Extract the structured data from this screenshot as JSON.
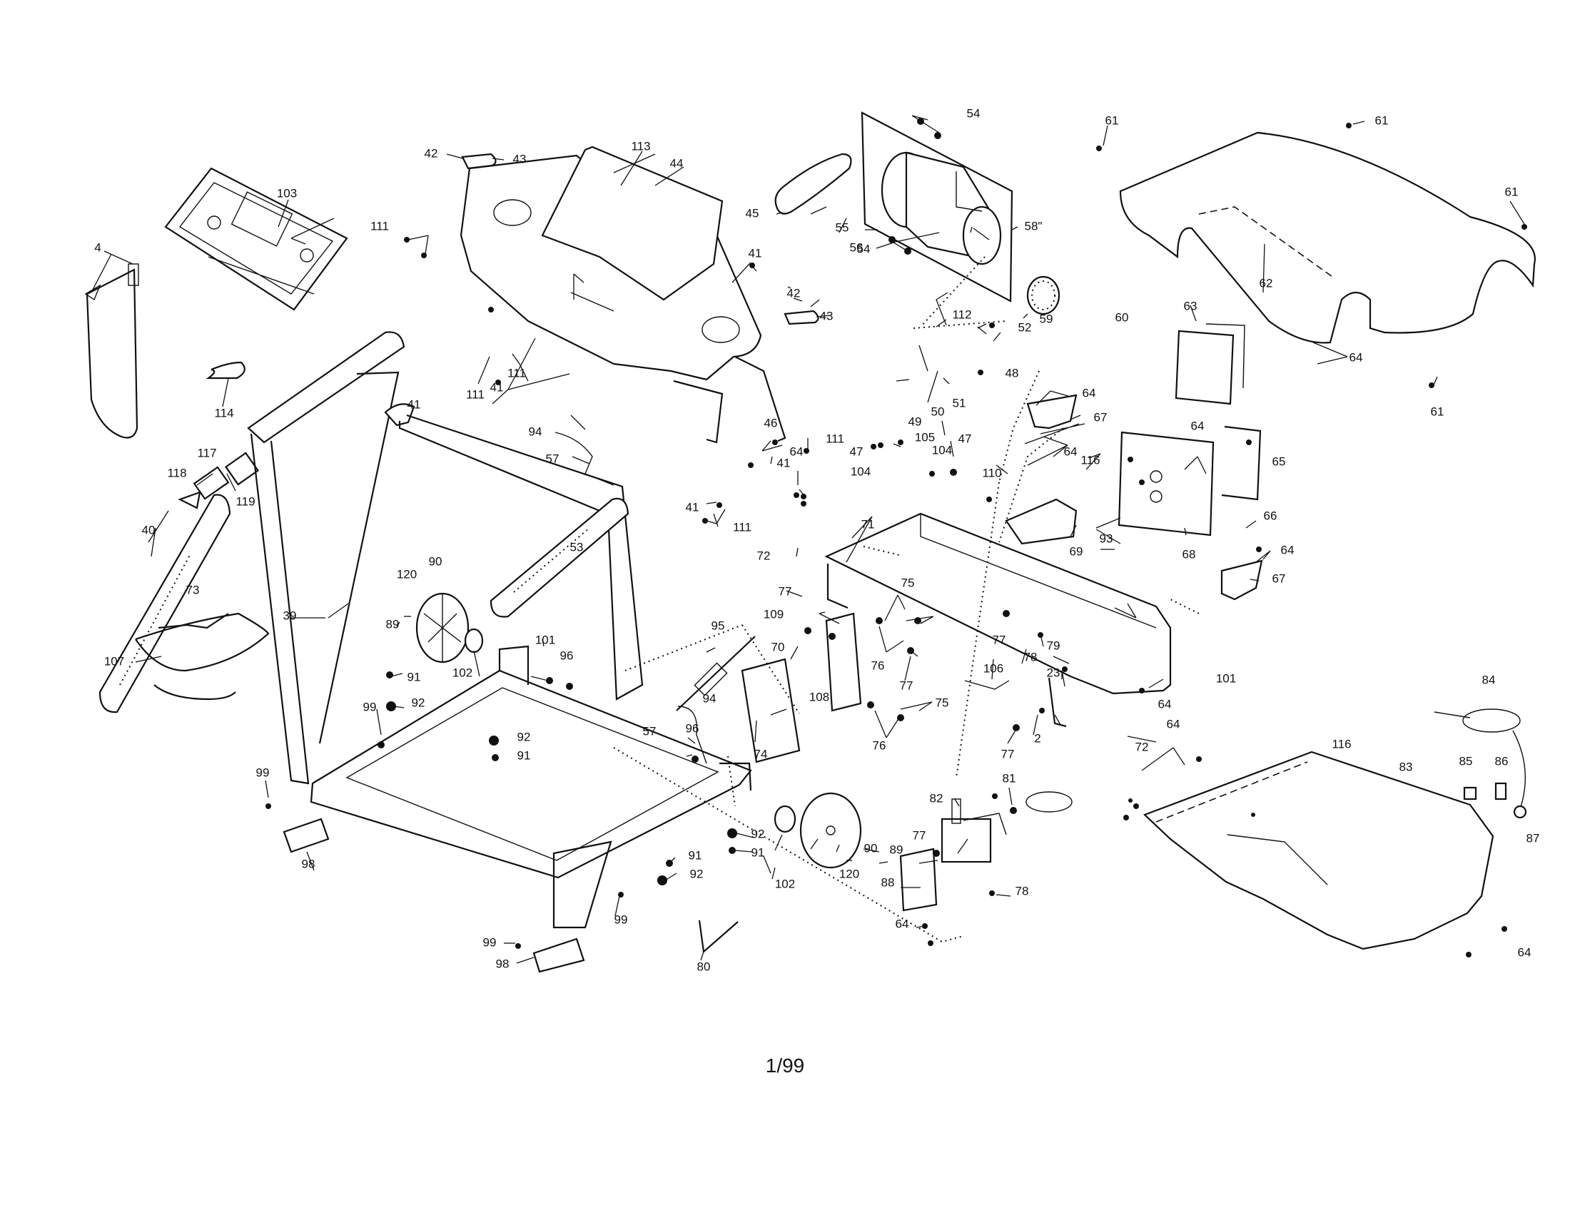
{
  "page_number": "1/99",
  "callouts": {
    "c4": "4",
    "c39": "39",
    "c40": "40",
    "c41a": "41",
    "c41b": "41",
    "c41c": "41",
    "c41d": "41",
    "c41e": "41",
    "c42a": "42",
    "c42b": "42",
    "c43a": "43",
    "c43b": "43",
    "c44": "44",
    "c45": "45",
    "c46": "46",
    "c47a": "47",
    "c47b": "47",
    "c48": "48",
    "c49": "49",
    "c50": "50",
    "c51": "51",
    "c52": "52",
    "c53": "53",
    "c54a": "54",
    "c54b": "54",
    "c55": "55",
    "c56": "56",
    "c57a": "57",
    "c57b": "57",
    "c58": "58\"",
    "c59": "59",
    "c60": "60",
    "c61a": "61",
    "c61b": "61",
    "c61c": "61",
    "c61d": "61",
    "c62": "62",
    "c63": "63",
    "c64a": "64",
    "c64b": "64",
    "c64c": "64",
    "c64d": "64",
    "c64e": "64",
    "c64f": "64",
    "c64g": "64",
    "c64h": "64",
    "c64i": "64",
    "c64j": "64",
    "c65": "65",
    "c66": "66",
    "c67a": "67",
    "c67b": "67",
    "c68": "68",
    "c69": "69",
    "c70": "70",
    "c71": "71",
    "c72a": "72",
    "c72b": "72",
    "c73": "73",
    "c74": "74",
    "c75a": "75",
    "c75b": "75",
    "c76a": "76",
    "c76b": "76",
    "c77a": "77",
    "c77b": "77",
    "c77c": "77",
    "c77d": "77",
    "c77e": "77",
    "c78a": "78",
    "c78b": "78",
    "c79": "79",
    "c80": "80",
    "c81": "81",
    "c82": "82",
    "c83": "83",
    "c84": "84",
    "c85": "85",
    "c86": "86",
    "c87": "87",
    "c88": "88",
    "c89a": "89",
    "c89b": "89",
    "c90a": "90",
    "c90b": "90",
    "c91a": "91",
    "c91b": "91",
    "c91c": "91",
    "c91d": "91",
    "c92a": "92",
    "c92b": "92",
    "c92c": "92",
    "c92d": "92",
    "c93": "93",
    "c94a": "94",
    "c94b": "94",
    "c95": "95",
    "c96a": "96",
    "c96b": "96",
    "c98a": "98",
    "c98b": "98",
    "c99a": "99",
    "c99b": "99",
    "c99c": "99",
    "c99d": "99",
    "c101a": "101",
    "c101b": "101",
    "c102a": "102",
    "c102b": "102",
    "c103": "103",
    "c104a": "104",
    "c104b": "104",
    "c105": "105",
    "c106": "106",
    "c107": "107",
    "c108": "108",
    "c109": "109",
    "c110": "110",
    "c111a": "111",
    "c111b": "111",
    "c111c": "111",
    "c111d": "111",
    "c111e": "111",
    "c112": "112",
    "c113": "113",
    "c114": "114",
    "c116a": "116",
    "c116b": "116",
    "c117": "117",
    "c118": "118",
    "c119": "119",
    "c120a": "120",
    "c120b": "120",
    "c2": "2",
    "c23": "23"
  }
}
